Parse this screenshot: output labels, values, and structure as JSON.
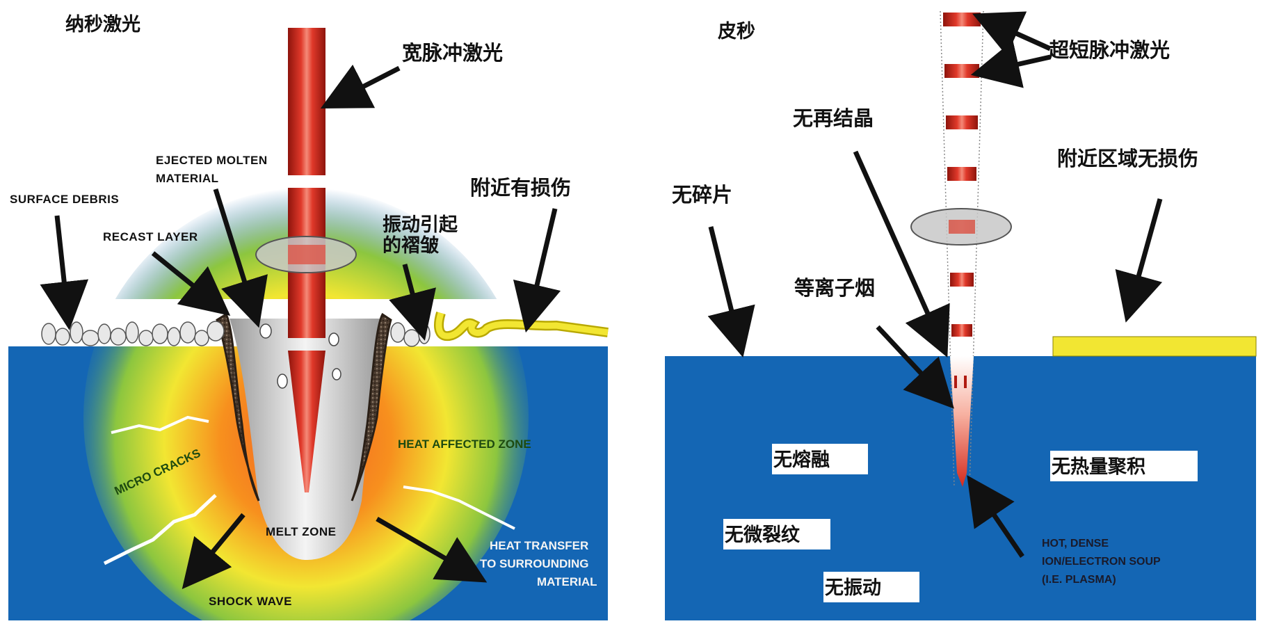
{
  "left_panel": {
    "title": "纳秒激光",
    "labels": {
      "broad_pulse": "宽脉冲激光",
      "ejected_line1": "EJECTED MOLTEN",
      "ejected_line2": "MATERIAL",
      "surface_debris": "SURFACE DEBRIS",
      "recast_layer": "RECAST LAYER",
      "nearby_damage": "附近有损伤",
      "vibration_line1": "振动引起",
      "vibration_line2": "的褶皱",
      "micro_cracks": "MICRO CRACKS",
      "heat_affected": "HEAT AFFECTED ZONE",
      "melt_zone": "MELT ZONE",
      "heat_transfer_line1": "HEAT TRANSFER",
      "heat_transfer_line2": "TO SURROUNDING",
      "heat_transfer_line3": "MATERIAL",
      "shock_wave": "SHOCK WAVE"
    }
  },
  "right_panel": {
    "title": "皮秒",
    "labels": {
      "ultrashort": "超短脉冲激光",
      "no_recrystallization": "无再结晶",
      "no_nearby_damage": "附近区域无损伤",
      "no_debris": "无碎片",
      "plasma_smoke": "等离子烟",
      "no_melting": "无熔融",
      "no_heat_accumulation": "无热量聚积",
      "no_micro_cracks": "无微裂纹",
      "no_vibration": "无振动",
      "plasma_line1": "HOT, DENSE",
      "plasma_line2": "ION/ELECTRON SOUP",
      "plasma_line3": "(I.E. PLASMA)"
    }
  },
  "colors": {
    "substrate_blue": "#1466b4",
    "laser_red": "#d42a1c",
    "damage_yellow": "#f2e632",
    "lens_gray": "#c8c8c8"
  }
}
